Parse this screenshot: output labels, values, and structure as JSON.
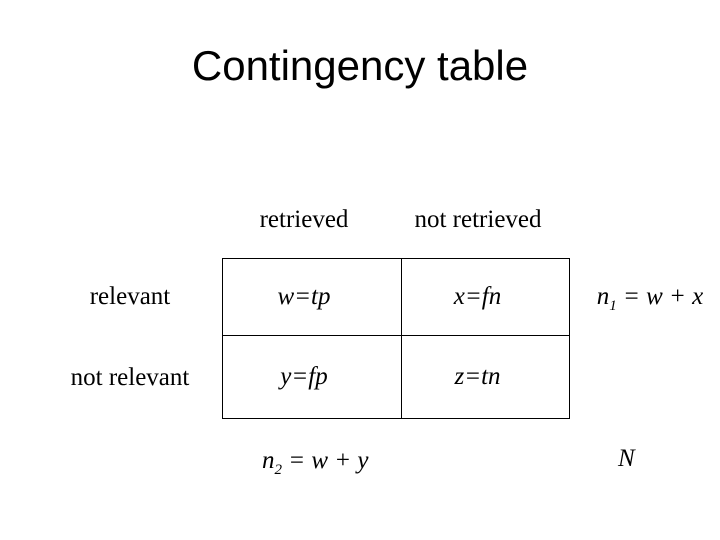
{
  "slide": {
    "title": "Contingency table",
    "background_color": "#ffffff",
    "text_color": "#000000"
  },
  "table": {
    "col_headers": [
      "retrieved",
      "not retrieved"
    ],
    "row_headers": [
      "relevant",
      "not relevant"
    ],
    "cells": [
      [
        "w=tp",
        "x=fn"
      ],
      [
        "y=fp",
        "z=tn"
      ]
    ],
    "row_total": {
      "base": "n",
      "sub": "1",
      "rest": " = w + x"
    },
    "col_total": {
      "base": "n",
      "sub": "2",
      "rest": " = w + y"
    },
    "grand_total": "N"
  }
}
